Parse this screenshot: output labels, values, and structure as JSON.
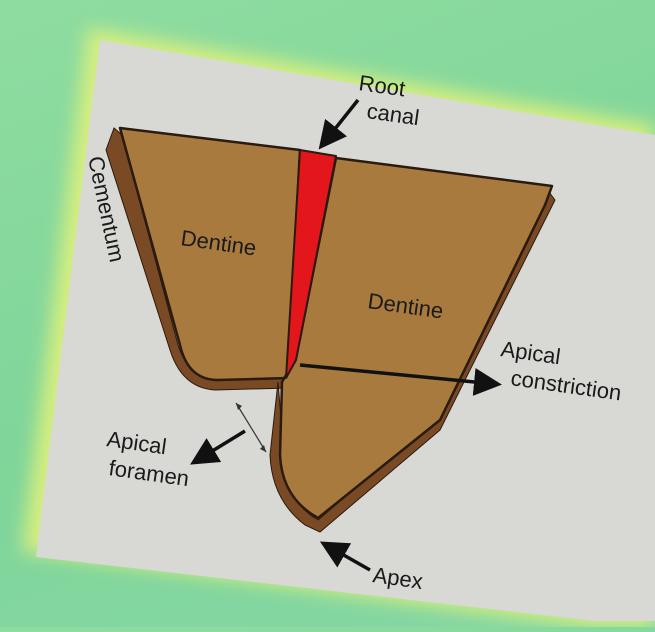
{
  "diagram": {
    "labels": {
      "root_canal_line1": "Root",
      "root_canal_line2": "canal",
      "cementum": "Cementum",
      "dentine_left": "Dentine",
      "dentine_right": "Dentine",
      "apical_constriction_line1": "Apical",
      "apical_constriction_line2": "constriction",
      "apical_foramen_line1": "Apical",
      "apical_foramen_line2": "foramen",
      "apex": "Apex"
    },
    "colors": {
      "background": "#8fdca0",
      "frame_glow": "#e4f27a",
      "paper": "#d8d8d4",
      "dentine": "#a97a3e",
      "cementum": "#7a4a24",
      "root_canal": "#e3161b",
      "outline": "#2a1a10",
      "arrow": "#111111"
    }
  }
}
